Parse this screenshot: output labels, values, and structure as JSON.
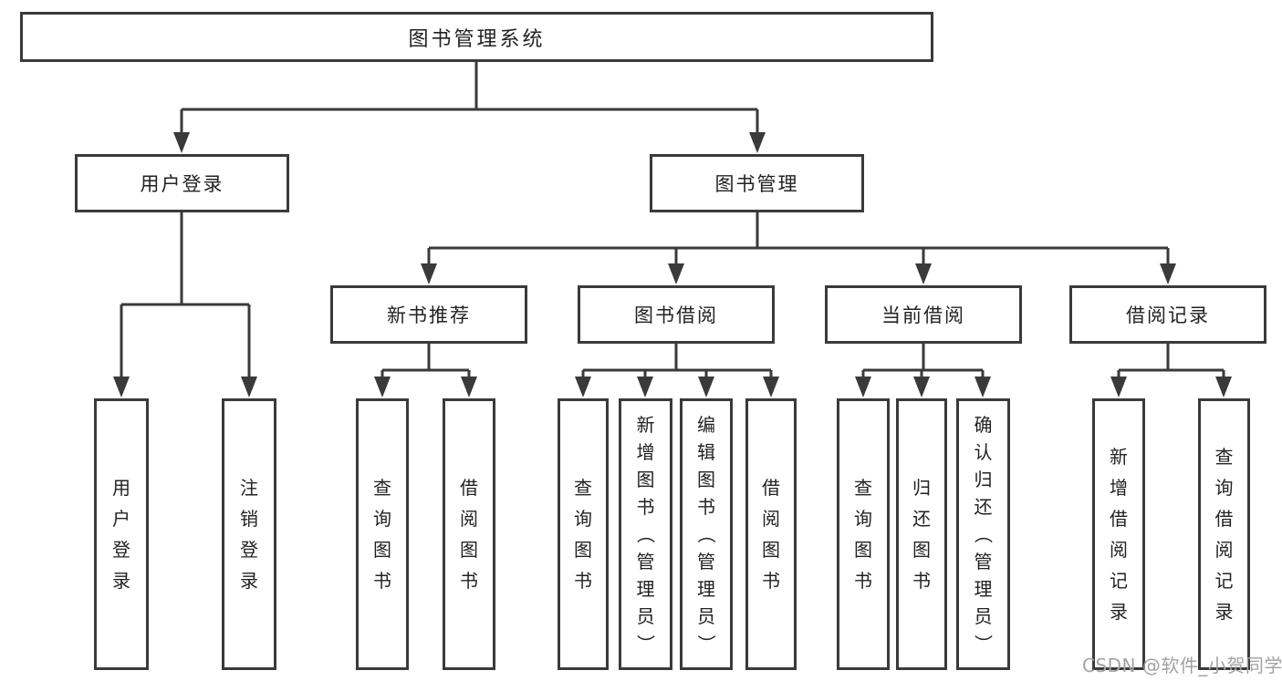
{
  "tree": {
    "root": {
      "label": "图书管理系统"
    },
    "children": [
      {
        "label": "用户登录",
        "children": [
          {
            "label": "用户登录"
          },
          {
            "label": "注销登录"
          }
        ]
      },
      {
        "label": "图书管理",
        "children": [
          {
            "label": "新书推荐",
            "children": [
              {
                "label": "查询图书"
              },
              {
                "label": "借阅图书"
              }
            ]
          },
          {
            "label": "图书借阅",
            "children": [
              {
                "label": "查询图书"
              },
              {
                "label": "新增图书（管理员）"
              },
              {
                "label": "编辑图书（管理员）"
              },
              {
                "label": "借阅图书"
              }
            ]
          },
          {
            "label": "当前借阅",
            "children": [
              {
                "label": "查询图书"
              },
              {
                "label": "归还图书"
              },
              {
                "label": "确认归还（管理员）"
              }
            ]
          },
          {
            "label": "借阅记录",
            "children": [
              {
                "label": "新增借阅记录"
              },
              {
                "label": "查询借阅记录"
              }
            ]
          }
        ]
      }
    ]
  },
  "watermark": {
    "text": "CSDN @软件_小贺同学"
  },
  "colors": {
    "line": "#3a3a3a",
    "text": "#222222",
    "watermark": "#a3a3a3",
    "background": "#ffffff"
  }
}
